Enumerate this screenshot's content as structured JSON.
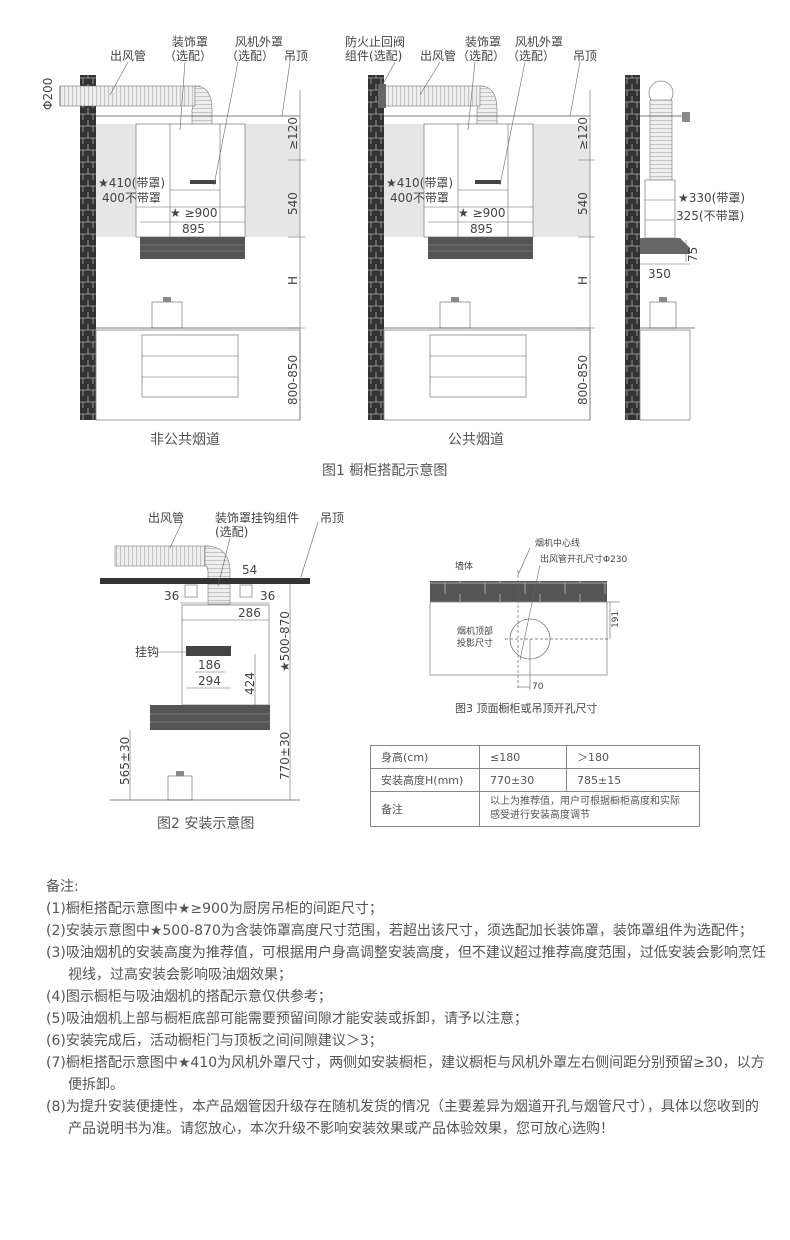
{
  "fig1": {
    "left": {
      "duct_label": "出风管",
      "cover_label": [
        "装饰罩",
        "（选配）"
      ],
      "fan_cover_label": [
        "风机外罩",
        "（选配）"
      ],
      "ceiling_label": "吊顶",
      "phi": "Φ200",
      "gap120": "≥120",
      "d540": "540",
      "dH": "H",
      "d800": "800-850",
      "w410": "★410(带罩)",
      "w400": "400不带罩",
      "w900": "★ ≥900",
      "w895": "895",
      "title": "非公共烟道"
    },
    "middle": {
      "valve_label": [
        "防火止回阀",
        "组件(选配)"
      ],
      "duct_label": "出风管",
      "cover_label": [
        "装饰罩",
        "（选配）"
      ],
      "fan_cover_label": [
        "风机外罩",
        "（选配）"
      ],
      "ceiling_label": "吊顶",
      "gap120": "≥120",
      "d540": "540",
      "dH": "H",
      "d800": "800-850",
      "w410": "★410(带罩)",
      "w400": "400不带罩",
      "w900": "★ ≥900",
      "w895": "895",
      "title": "公共烟道"
    },
    "side": {
      "d330": "★330(带罩)",
      "d325": "325(不带罩)",
      "d75": "75",
      "d350": "350"
    },
    "caption": "图1 橱柜搭配示意图"
  },
  "fig2": {
    "duct_label": "出风管",
    "hook_assembly_label": [
      "装饰罩挂钩组件",
      "(选配)"
    ],
    "ceiling_label": "吊顶",
    "d54": "54",
    "d36a": "36",
    "d36b": "36",
    "d286": "286",
    "hook_label": "挂钩",
    "d186": "186",
    "d294": "294",
    "d424": "424",
    "d500": "★500-870",
    "d770": "770±30",
    "d565": "565±30",
    "caption": "图2 安装示意图"
  },
  "fig3": {
    "centerline": "烟机中心线",
    "hole": "出风管开孔尺寸Φ230",
    "wall": "墙体",
    "projection": [
      "烟机顶部",
      "投影尺寸"
    ],
    "d191": "191",
    "d70": "70",
    "caption": "图3 顶面橱柜或吊顶开孔尺寸"
  },
  "table": {
    "rows": [
      [
        "身高(cm)",
        "≤180",
        "＞180"
      ],
      [
        "安装高度H(mm)",
        "770±30",
        "785±15"
      ],
      [
        "备注",
        "以上为推荐值，用户可根据橱柜高度和实际感受进行安装高度调节"
      ]
    ]
  },
  "notes": {
    "title": "备注:",
    "items": [
      "(1)橱柜搭配示意图中★≥900为厨房吊柜的间距尺寸；",
      "(2)安装示意图中★500-870为含装饰罩高度尺寸范围，若超出该尺寸，须选配加长装饰罩，装饰罩组件为选配件；",
      "(3)吸油烟机的安装高度为推荐值，可根据用户身高调整安装高度，但不建议超过推荐高度范围，过低安装会影响烹饪视线，过高安装会影响吸油烟效果；",
      "(4)图示橱柜与吸油烟机的搭配示意仅供参考；",
      "(5)吸油烟机上部与橱柜底部可能需要预留间隙才能安装或拆卸，请予以注意；",
      "(6)安装完成后，活动橱柜门与顶板之间间隙建议＞3；",
      "(7)橱柜搭配示意图中★410为风机外罩尺寸，两侧如安装橱柜，建议橱柜与风机外罩左右侧间距分别预留≥30，以方便拆卸。",
      "(8)为提升安装便捷性，本产品烟管因升级存在随机发货的情况（主要差异为烟道开孔与烟管尺寸），具体以您收到的产品说明书为准。请您放心，本次升级不影响安装效果或产品体验效果，您可放心选购！"
    ]
  }
}
